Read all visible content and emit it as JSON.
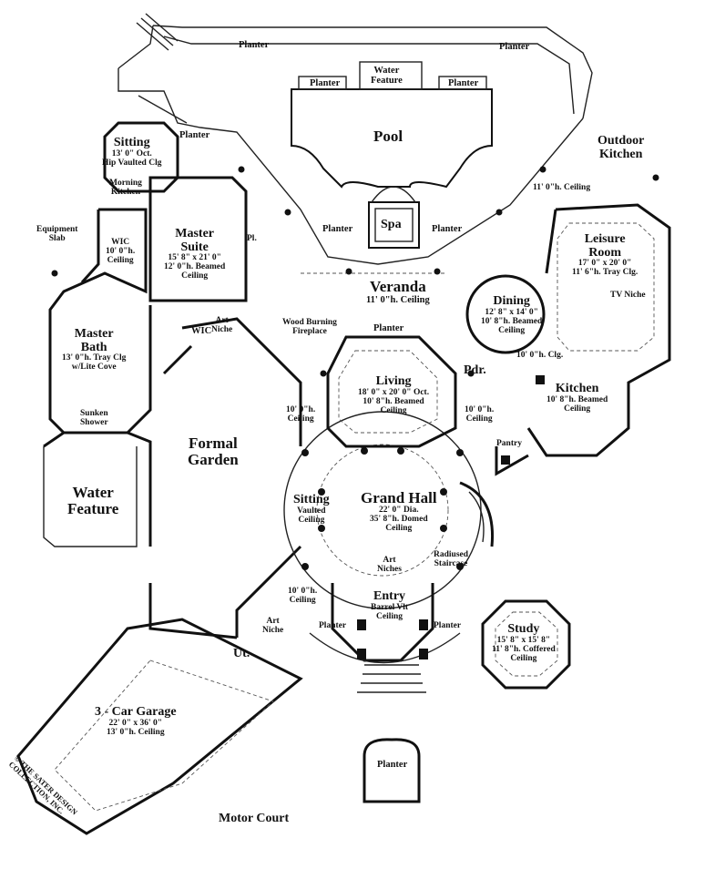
{
  "rooms": {
    "planter_top_left": "Planter",
    "planter_top_right": "Planter",
    "planter_pool_left": "Planter",
    "water_feature_top": [
      "Water",
      "Feature"
    ],
    "planter_pool_right": "Planter",
    "pool": "Pool",
    "planter_upper": "Planter",
    "outdoor_kitchen": [
      "Outdoor",
      "Kitchen"
    ],
    "outdoor_ceiling": "11' 0\"h. Ceiling",
    "sitting_top": [
      "Sitting",
      "13' 0\" Oct.",
      "Hip Vaulted Clg"
    ],
    "morning_kitchen": [
      "Morning",
      "Kitchen"
    ],
    "equipment_slab": [
      "Equipment",
      "Slab"
    ],
    "wic_left": [
      "WIC",
      "10' 0\"h.",
      "Ceiling"
    ],
    "master_suite": [
      "Master",
      "Suite",
      "15' 8\" x 21' 0\"",
      "12' 0\"h. Beamed",
      "Ceiling"
    ],
    "pl": "Pl.",
    "planter_spa_left": "Planter",
    "spa": "Spa",
    "planter_spa_right": "Planter",
    "leisure_room": [
      "Leisure",
      "Room",
      "17' 0\" x 20' 0\"",
      "11' 6\"h. Tray Clg."
    ],
    "tv_niche": "TV Niche",
    "veranda": [
      "Veranda",
      "11' 0\"h. Ceiling"
    ],
    "dining": [
      "Dining",
      "12' 8\" x 14' 0\"",
      "10' 8\"h. Beamed",
      "Ceiling"
    ],
    "wic_master": "WIC",
    "art_niche_top": [
      "Art",
      "Niche"
    ],
    "wood_burning": [
      "Wood Burning",
      "Fireplace"
    ],
    "planter_living": "Planter",
    "master_bath": [
      "Master",
      "Bath",
      "13' 0\"h. Tray Clg",
      "w/Lite Cove"
    ],
    "sunken_shower": [
      "Sunken",
      "Shower"
    ],
    "pdr": "Pdr.",
    "clg_kitchen": "10' 0\"h. Clg.",
    "living": [
      "Living",
      "18' 0\" x 20' 0\" Oct.",
      "10' 8\"h. Beamed",
      "Ceiling"
    ],
    "kitchen": [
      "Kitchen",
      "10' 8\"h. Beamed",
      "Ceiling"
    ],
    "ceiling_left_upper": [
      "10' 0\"h.",
      "Ceiling"
    ],
    "ceiling_right_upper": [
      "10' 0\"h.",
      "Ceiling"
    ],
    "formal_garden": [
      "Formal",
      "Garden"
    ],
    "pantry": "Pantry",
    "water_feature_left": [
      "Water",
      "Feature"
    ],
    "sitting_hall": [
      "Sitting",
      "Vaulted",
      "Ceiling"
    ],
    "grand_hall": [
      "Grand Hall",
      "22' 0\" Dia.",
      "35' 8\"h. Domed",
      "Ceiling"
    ],
    "art_niches": [
      "Art",
      "Niches"
    ],
    "radiused_staircase": [
      "Radiused",
      "Staircase"
    ],
    "ceiling_left_lower": [
      "10' 0\"h.",
      "Ceiling"
    ],
    "entry": [
      "Entry",
      "Barrel Vlt",
      "Ceiling"
    ],
    "planter_entry_left": "Planter",
    "planter_entry_right": "Planter",
    "art_niche_lower": [
      "Art",
      "Niche"
    ],
    "study": [
      "Study",
      "15' 8\" x 15' 8\"",
      "11' 8\"h. Coffered",
      "Ceiling"
    ],
    "ut": "Ut.",
    "garage": [
      "3 - Car Garage",
      "22' 0\" x 36' 0\"",
      "13' 0\"h. Ceiling"
    ],
    "planter_motor": "Planter",
    "motor_court": "Motor Court"
  },
  "copyright": [
    "© THE SATER DESIGN",
    "COLLECTION, INC."
  ]
}
